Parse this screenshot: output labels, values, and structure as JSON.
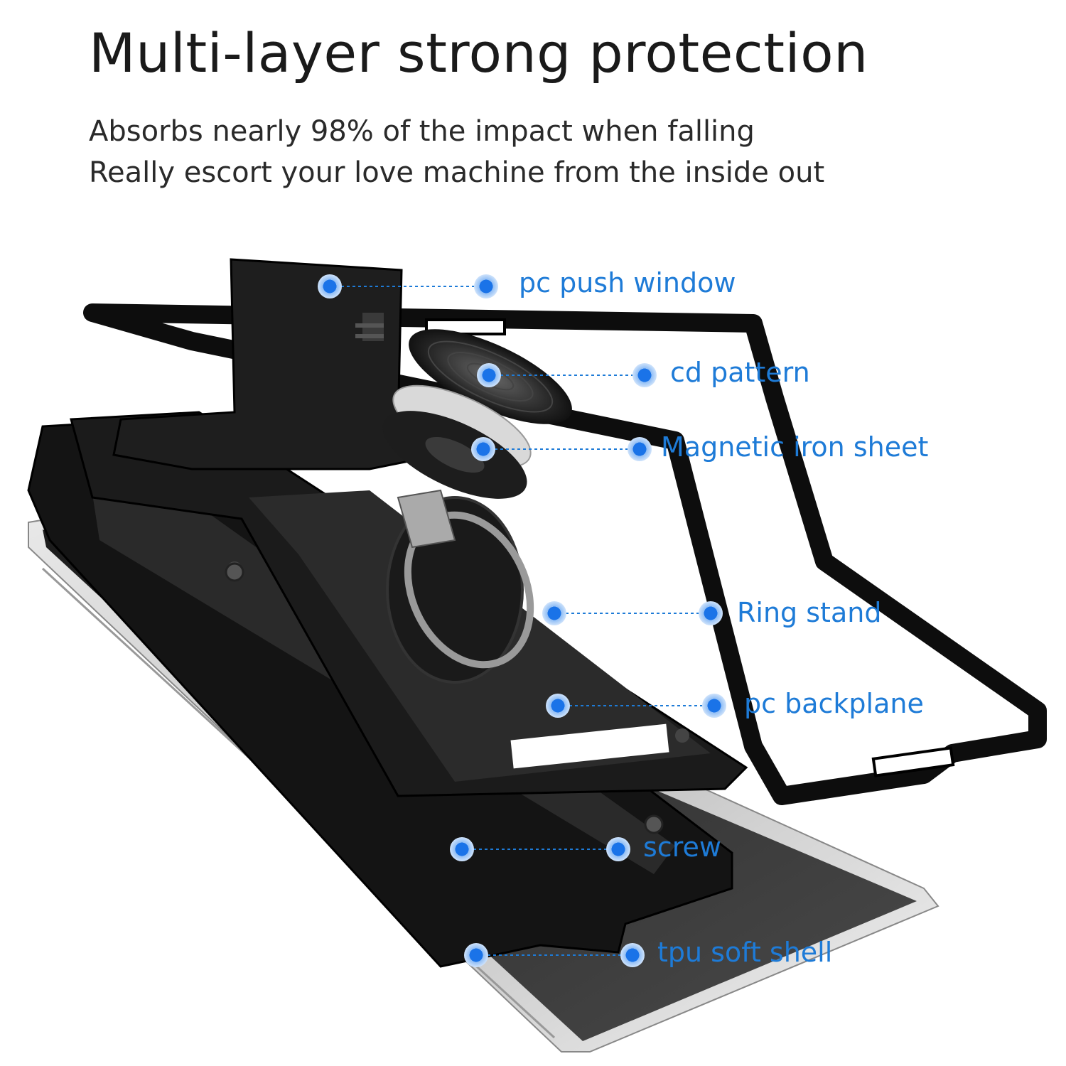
{
  "heading": {
    "title": "Multi-layer strong protection",
    "line1": "Absorbs nearly 98% of the impact when falling",
    "line2": "Really escort your love machine from the inside out"
  },
  "callouts": [
    {
      "id": "push-window",
      "label": "pc push window"
    },
    {
      "id": "cd-pattern",
      "label": "cd pattern"
    },
    {
      "id": "magnetic-sheet",
      "label": "Magnetic iron sheet"
    },
    {
      "id": "ring-stand",
      "label": "Ring stand"
    },
    {
      "id": "backplane",
      "label": "pc backplane"
    },
    {
      "id": "screw",
      "label": "screw"
    },
    {
      "id": "tpu-shell",
      "label": "tpu soft shell"
    }
  ],
  "colors": {
    "accent": "#1e7bd7",
    "dot": "#1a73e8",
    "case": "#111111",
    "text": "#1a1a1a"
  }
}
